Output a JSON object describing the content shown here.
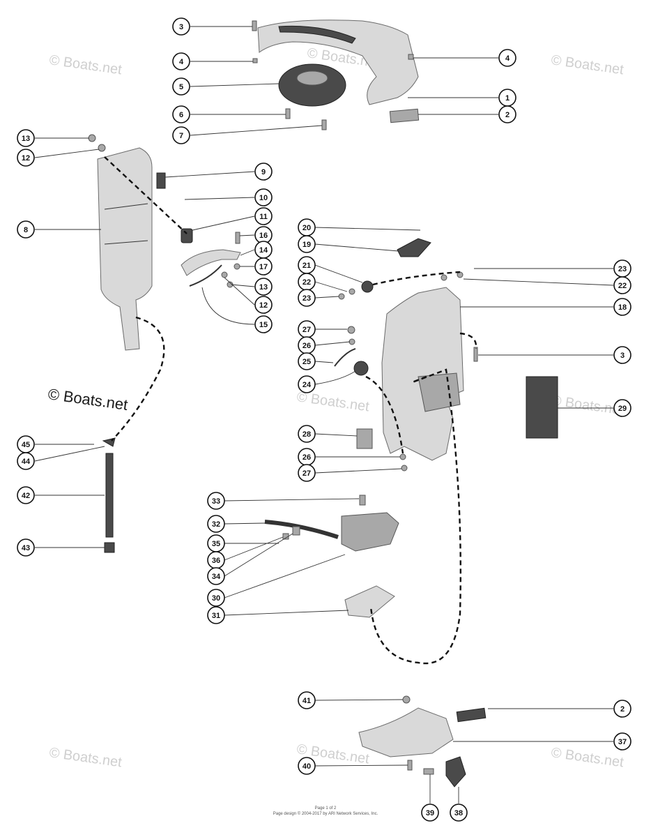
{
  "watermarks": {
    "text": "© Boats.net",
    "prominent": "© Boats.net"
  },
  "footer": {
    "line1": "Page 1 of 2",
    "line2": "Page design © 2004-2017 by ARI Network Services, Inc."
  },
  "callouts": [
    {
      "id": "c3a",
      "label": "3"
    },
    {
      "id": "c4a",
      "label": "4"
    },
    {
      "id": "c5",
      "label": "5"
    },
    {
      "id": "c6",
      "label": "6"
    },
    {
      "id": "c7",
      "label": "7"
    },
    {
      "id": "c4b",
      "label": "4"
    },
    {
      "id": "c1",
      "label": "1"
    },
    {
      "id": "c2a",
      "label": "2"
    },
    {
      "id": "c13a",
      "label": "13"
    },
    {
      "id": "c12a",
      "label": "12"
    },
    {
      "id": "c8",
      "label": "8"
    },
    {
      "id": "c9",
      "label": "9"
    },
    {
      "id": "c10",
      "label": "10"
    },
    {
      "id": "c11",
      "label": "11"
    },
    {
      "id": "c16",
      "label": "16"
    },
    {
      "id": "c14",
      "label": "14"
    },
    {
      "id": "c17",
      "label": "17"
    },
    {
      "id": "c13b",
      "label": "13"
    },
    {
      "id": "c12b",
      "label": "12"
    },
    {
      "id": "c15",
      "label": "15"
    },
    {
      "id": "c20",
      "label": "20"
    },
    {
      "id": "c19",
      "label": "19"
    },
    {
      "id": "c21",
      "label": "21"
    },
    {
      "id": "c22a",
      "label": "22"
    },
    {
      "id": "c23a",
      "label": "23"
    },
    {
      "id": "c23b",
      "label": "23"
    },
    {
      "id": "c22b",
      "label": "22"
    },
    {
      "id": "c18",
      "label": "18"
    },
    {
      "id": "c27a",
      "label": "27"
    },
    {
      "id": "c26a",
      "label": "26"
    },
    {
      "id": "c25",
      "label": "25"
    },
    {
      "id": "c3b",
      "label": "3"
    },
    {
      "id": "c24",
      "label": "24"
    },
    {
      "id": "c29",
      "label": "29"
    },
    {
      "id": "c28",
      "label": "28"
    },
    {
      "id": "c26b",
      "label": "26"
    },
    {
      "id": "c27b",
      "label": "27"
    },
    {
      "id": "c45",
      "label": "45"
    },
    {
      "id": "c44",
      "label": "44"
    },
    {
      "id": "c42",
      "label": "42"
    },
    {
      "id": "c43",
      "label": "43"
    },
    {
      "id": "c33",
      "label": "33"
    },
    {
      "id": "c32",
      "label": "32"
    },
    {
      "id": "c35",
      "label": "35"
    },
    {
      "id": "c36",
      "label": "36"
    },
    {
      "id": "c34",
      "label": "34"
    },
    {
      "id": "c30",
      "label": "30"
    },
    {
      "id": "c31",
      "label": "31"
    },
    {
      "id": "c41",
      "label": "41"
    },
    {
      "id": "c2b",
      "label": "2"
    },
    {
      "id": "c37",
      "label": "37"
    },
    {
      "id": "c40",
      "label": "40"
    },
    {
      "id": "c39",
      "label": "39"
    },
    {
      "id": "c38",
      "label": "38"
    }
  ]
}
